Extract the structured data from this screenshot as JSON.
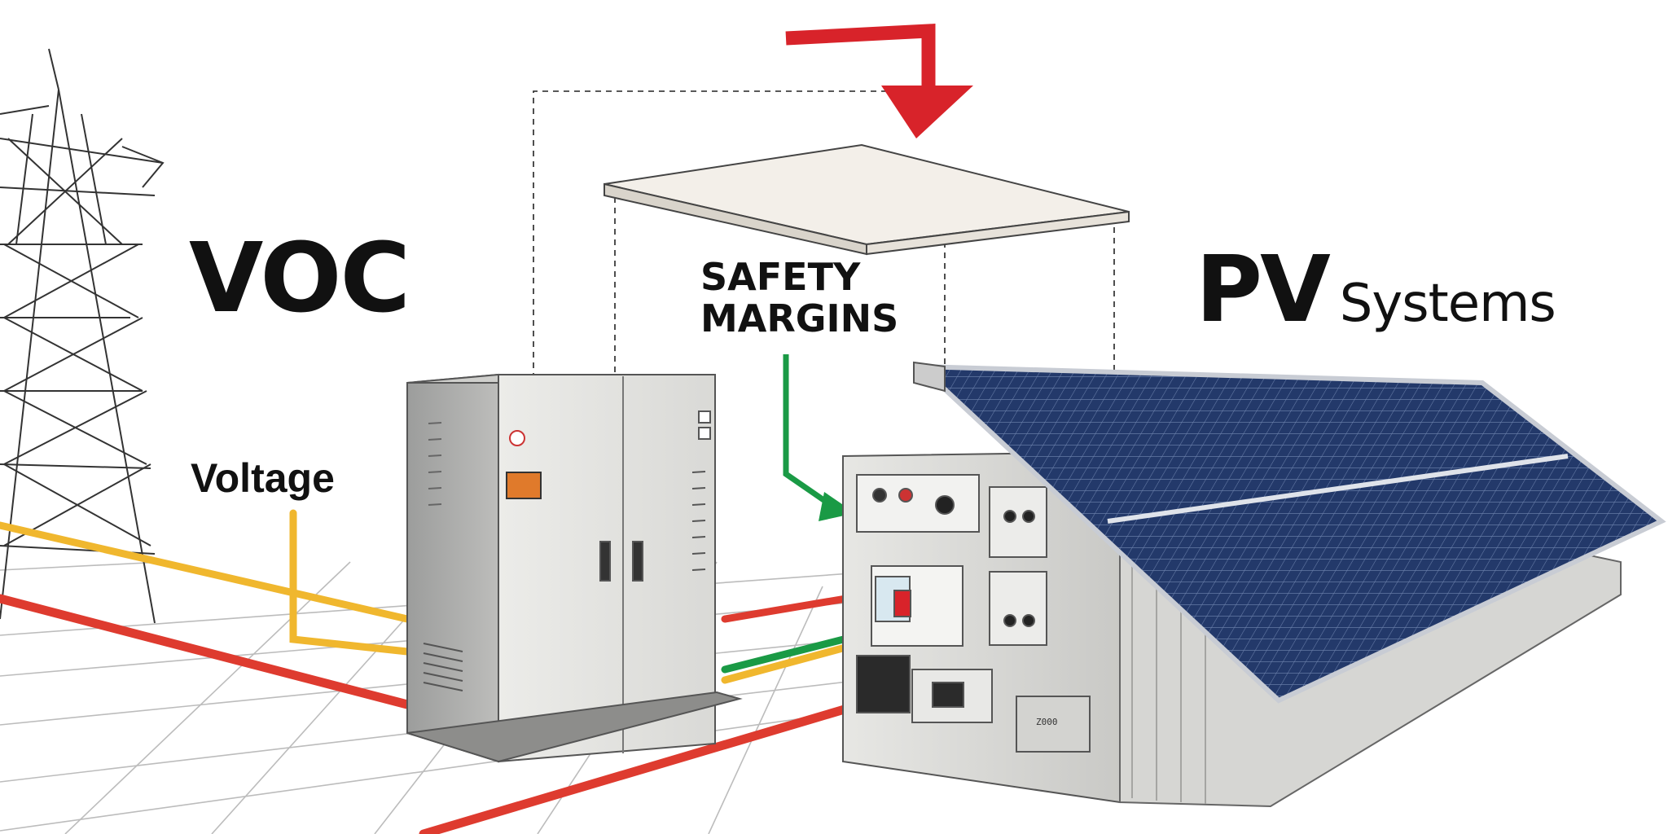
{
  "labels": {
    "voc": "VOC",
    "voltage": "Voltage",
    "safety_line1": "SAFETY",
    "safety_line2": "MARGINS",
    "pv_bold": "PV",
    "pv_light": "Systems",
    "device_plate": "Z000"
  },
  "colors": {
    "red_arrow": "#d8232a",
    "red_cable": "#de3b2f",
    "yellow_cable": "#f0b72e",
    "green_arrow": "#1a9a45",
    "cabinet": "#dcdcd9",
    "panel_blue": "#233a66",
    "text": "#111111"
  }
}
